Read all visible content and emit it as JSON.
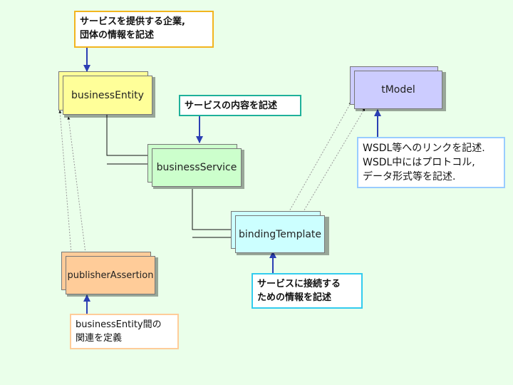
{
  "colors": {
    "background": "#eaffea",
    "tree_line": "#111111",
    "ref_line": "#999999",
    "arrow": "#2b3fb3",
    "businessEntity": "#ffff99",
    "businessService": "#ccffcc",
    "bindingTemplate": "#ccffff",
    "tModel": "#ccccff",
    "publisherAssertion": "#ffcc99",
    "note_entity_border": "#f2b51f",
    "note_service_border": "#1fb09a",
    "note_binding_border": "#33ccee",
    "note_tmodel_border": "#99ccff",
    "note_assertion_border": "#ffcc99"
  },
  "entities": {
    "businessEntity": "businessEntity",
    "businessService": "businessService",
    "bindingTemplate": "bindingTemplate",
    "tModel": "tModel",
    "publisherAssertion": "publisherAssertion"
  },
  "notes": {
    "entity": [
      "サービスを提供する企業,",
      "団体の情報を記述"
    ],
    "service": [
      "サービスの内容を記述"
    ],
    "binding": [
      "サービスに接続する",
      "ための情報を記述"
    ],
    "tmodel": [
      "WSDL等へのリンクを記述.",
      "WSDL中にはプロトコル,",
      "データ形式等を記述."
    ],
    "assertion": [
      "businessEntity間の",
      "関連を定義"
    ]
  }
}
